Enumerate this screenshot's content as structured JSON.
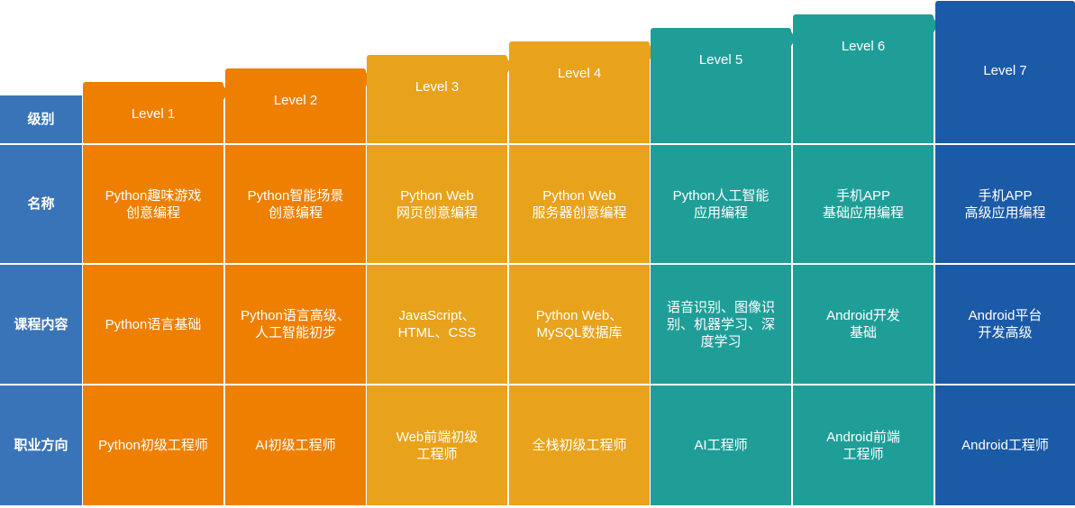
{
  "row_labels": {
    "level": "级别",
    "name": "名称",
    "content": "课程内容",
    "career": "职业方向"
  },
  "colors": {
    "label_bg": "#3a74b8",
    "orange": "#ef7f00",
    "amber": "#e9a21b",
    "teal": "#1f9e98",
    "blue": "#1b5aa7"
  },
  "levels": [
    {
      "level": "Level 1",
      "name": "Python趣味游戏\n创意编程",
      "content": "Python语言基础",
      "career": "Python初级工程师",
      "color": "#ef7f00"
    },
    {
      "level": "Level 2",
      "name": "Python智能场景\n创意编程",
      "content": "Python语言高级、\n人工智能初步",
      "career": "AI初级工程师",
      "color": "#ef7f00"
    },
    {
      "level": "Level 3",
      "name": "Python Web\n网页创意编程",
      "content": "JavaScript、\nHTML、CSS",
      "career": "Web前端初级\n工程师",
      "color": "#e9a21b"
    },
    {
      "level": "Level 4",
      "name": "Python Web\n服务器创意编程",
      "content": "Python Web、\nMySQL数据库",
      "career": "全栈初级工程师",
      "color": "#e9a21b"
    },
    {
      "level": "Level 5",
      "name": "Python人工智能\n应用编程",
      "content": "语音识别、图像识\n别、机器学习、深\n度学习",
      "career": "AI工程师",
      "color": "#1f9e98"
    },
    {
      "level": "Level 6",
      "name": "手机APP\n基础应用编程",
      "content": "Android开发\n基础",
      "career": "Android前端\n工程师",
      "color": "#1f9e98"
    },
    {
      "level": "Level 7",
      "name": "手机APP\n高级应用编程",
      "content": "Android平台\n开发高级",
      "career": "Android工程师",
      "color": "#1b5aa7"
    }
  ]
}
